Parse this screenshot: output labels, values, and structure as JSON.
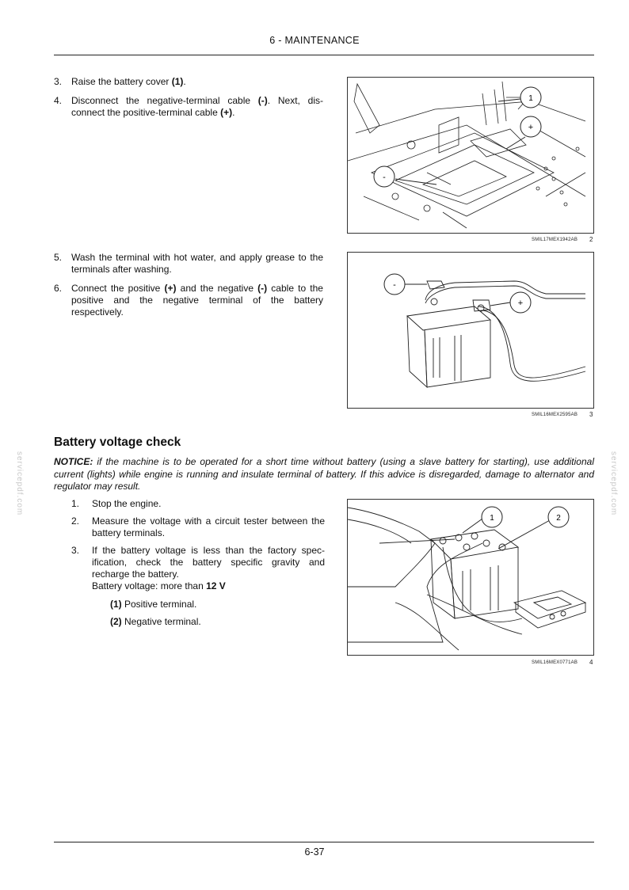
{
  "header": {
    "title": "6 - MAINTENANCE"
  },
  "block1": {
    "steps": [
      {
        "num": "3.",
        "pre": "Raise the battery cover ",
        "bold1": "(1)",
        "post1": ".",
        "bold2": "",
        "post2": ""
      },
      {
        "num": "4.",
        "pre": "Disconnect the negative-terminal cable ",
        "bold1": "(-)",
        "post1": ". Next, dis-connect the positive-terminal cable ",
        "bold2": "(+)",
        "post2": "."
      }
    ]
  },
  "figure2": {
    "callout_1": "1",
    "callout_plus": "+",
    "callout_minus": "-",
    "ref": "SMIL17MEX1942AB",
    "number": "2"
  },
  "block2": {
    "steps": [
      {
        "num": "5.",
        "pre": "Wash the terminal with hot water, and apply grease to the terminals after washing.",
        "bold1": "",
        "post1": "",
        "bold2": "",
        "post2": ""
      },
      {
        "num": "6.",
        "pre": "Connect the positive ",
        "bold1": "(+)",
        "post1": " and the negative ",
        "bold2": "(-)",
        "post2": " cable to the positive and the negative terminal of the battery respectively."
      }
    ]
  },
  "figure3": {
    "callout_minus": "-",
    "callout_plus": "+",
    "ref": "SMIL16MEX2595AB",
    "number": "3"
  },
  "section": {
    "title": "Battery voltage check",
    "notice_label": "NOTICE:",
    "notice_text": " if the machine is to be operated for a short time without battery (using a slave battery for starting), use additional current (lights) while engine is running and insulate terminal of battery. If this advice is disregarded, damage to alternator and regulator may result."
  },
  "block3": {
    "steps": [
      {
        "num": "1.",
        "text": "Stop the engine."
      },
      {
        "num": "2.",
        "text": "Measure the voltage with a circuit tester between the battery terminals."
      },
      {
        "num": "3.",
        "text": "If the battery voltage is less than the factory spec-ification, check the battery specific gravity and recharge the battery."
      }
    ],
    "voltage_prefix": "Battery voltage: more than ",
    "voltage_value": "12 V",
    "legend": [
      {
        "key": "(1)",
        "label": " Positive terminal."
      },
      {
        "key": "(2)",
        "label": " Negative terminal."
      }
    ]
  },
  "figure4": {
    "callout_1": "1",
    "callout_2": "2",
    "ref": "SMIL16MEX0771AB",
    "number": "4"
  },
  "watermark": {
    "left": "servicepdf.com",
    "right": "servicepdf.com"
  },
  "footer": {
    "page": "6-37"
  }
}
